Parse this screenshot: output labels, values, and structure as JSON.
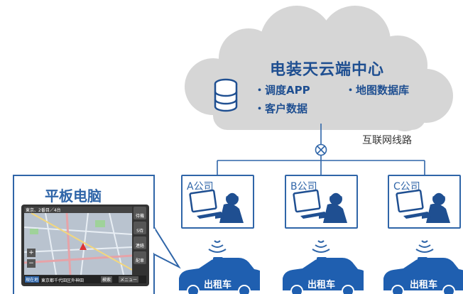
{
  "cloud": {
    "title": "电装天云端中心",
    "items": [
      "・调度APP",
      "・地图数据库",
      "・客户数据"
    ]
  },
  "network": {
    "label": "互联网线路"
  },
  "companies": [
    {
      "label": "A公司"
    },
    {
      "label": "B公司"
    },
    {
      "label": "C公司"
    }
  ],
  "tablet": {
    "title": "平板电脑",
    "status_bar": "東京、2番目／4台",
    "side_buttons": [
      "待機",
      "S待",
      "連絡",
      "配車"
    ],
    "bottom_left": "現在地",
    "bottom_address": "東京都千代田区外神田",
    "bottom_search": "検索",
    "bottom_menu": "メニュー"
  },
  "taxis": [
    {
      "label": "出租车"
    },
    {
      "label": "出租车"
    },
    {
      "label": "出租车"
    }
  ],
  "colors": {
    "cloud_fill": "#d6d6d6",
    "primary_blue": "#2f65a8",
    "title_blue": "#1f4f91",
    "taxi_blue": "#1f5fb0"
  }
}
